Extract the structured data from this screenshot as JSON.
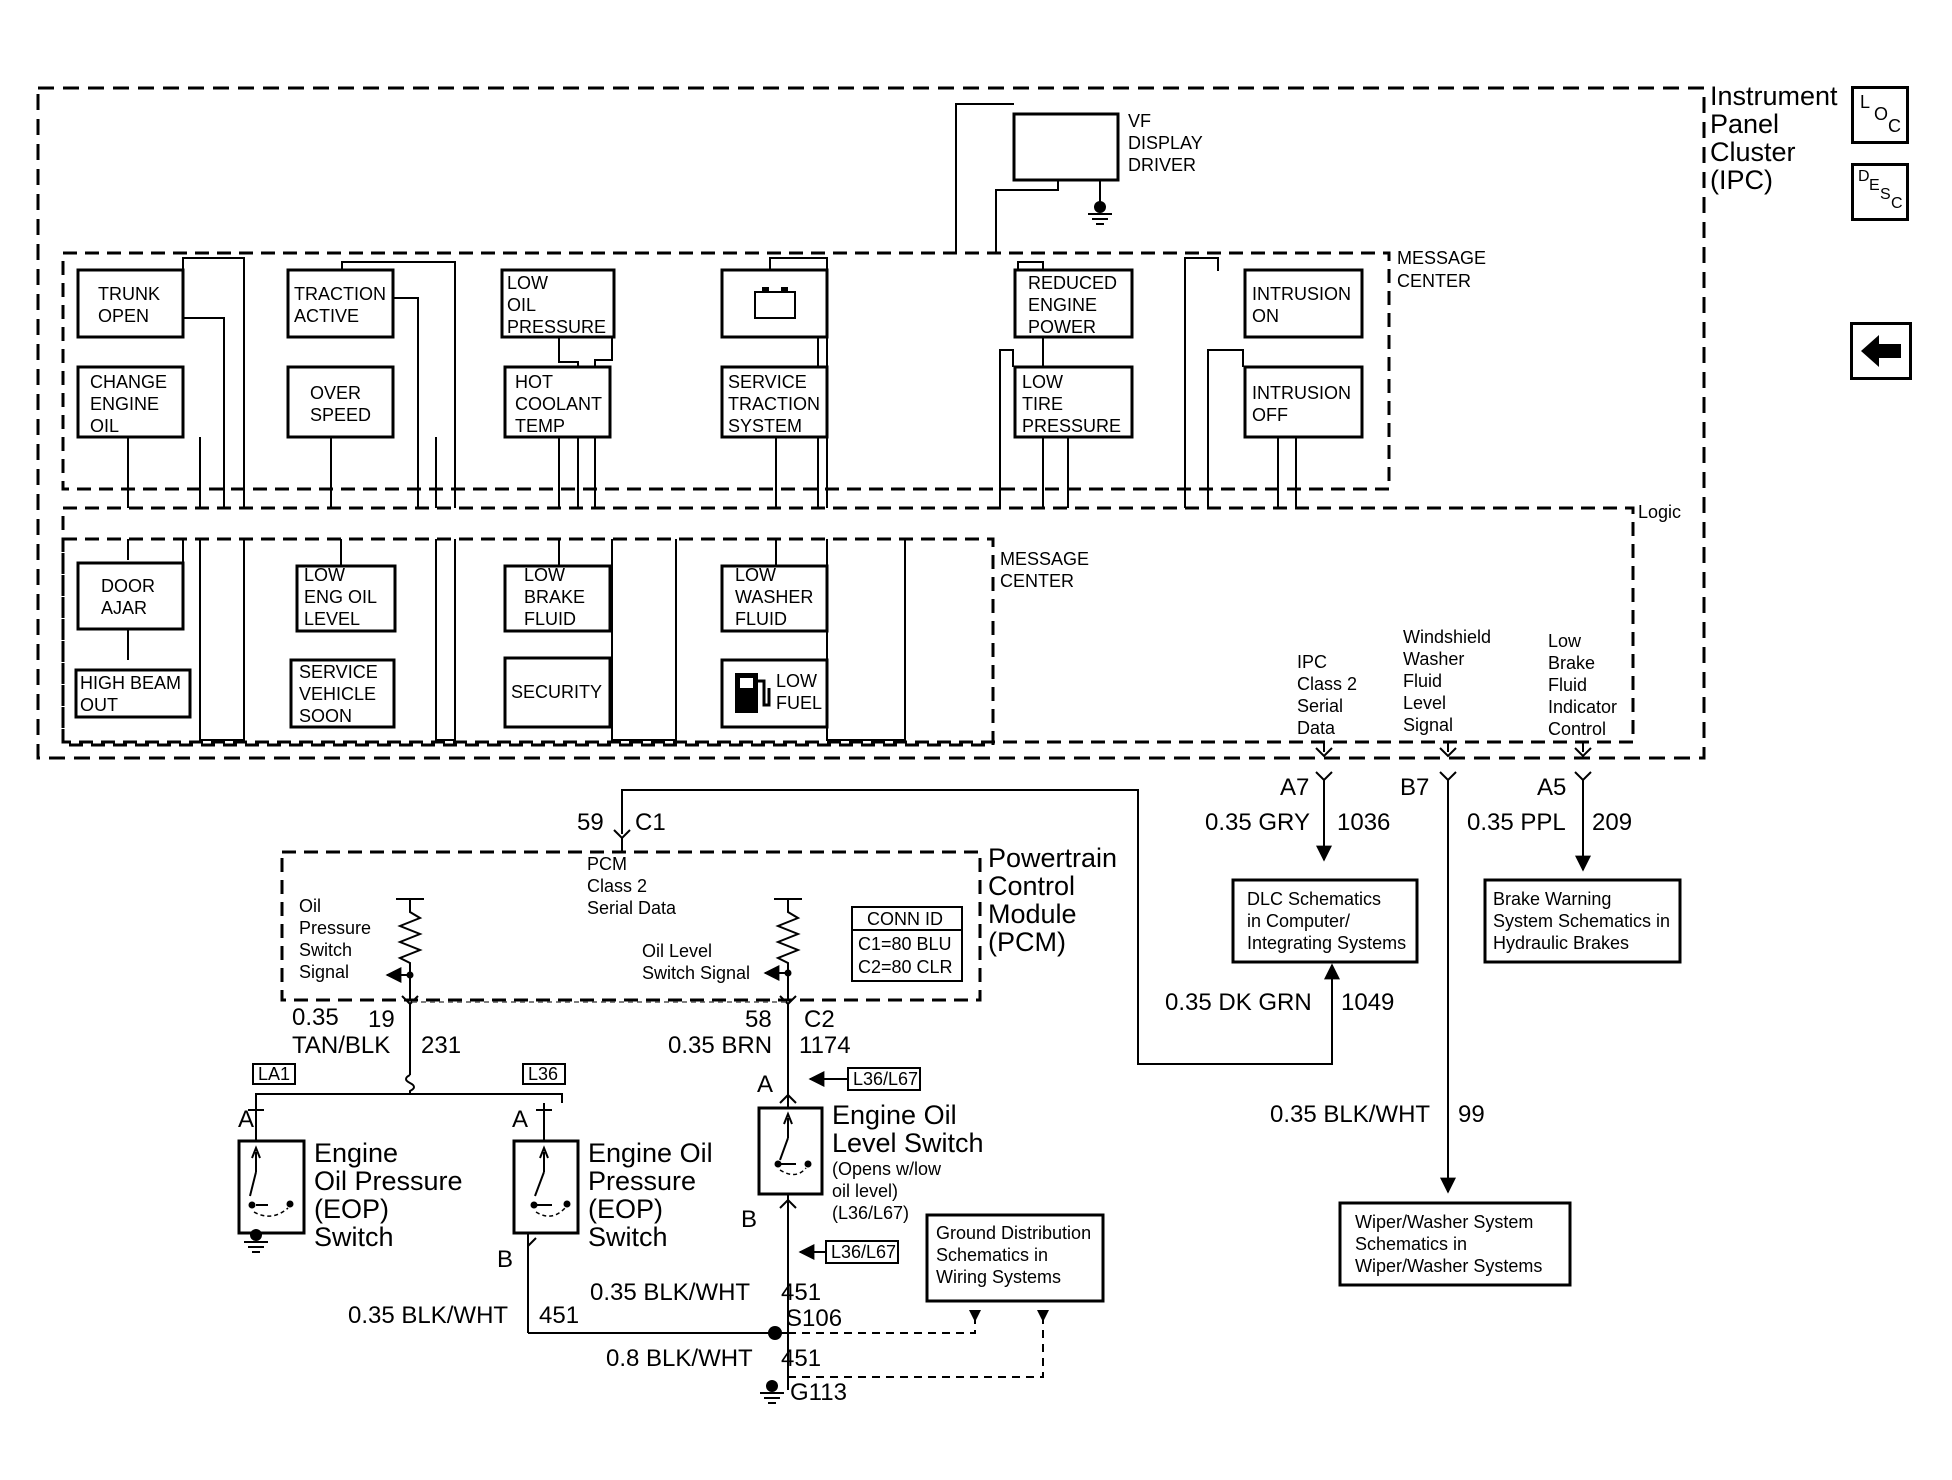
{
  "ipc": {
    "title_lines": [
      "Instrument",
      "Panel",
      "Cluster",
      "(IPC)"
    ]
  },
  "vf": {
    "lines": [
      "VF",
      "DISPLAY",
      "DRIVER"
    ]
  },
  "message_center_label": [
    "MESSAGE",
    "CENTER"
  ],
  "logic_label": "Logic",
  "messages_top": [
    {
      "id": "trunk-open",
      "lines": [
        "TRUNK",
        "OPEN"
      ]
    },
    {
      "id": "change-engine-oil",
      "lines": [
        "CHANGE",
        "ENGINE",
        "OIL"
      ]
    },
    {
      "id": "traction-active",
      "lines": [
        "TRACTION",
        "ACTIVE"
      ]
    },
    {
      "id": "over-speed",
      "lines": [
        "OVER",
        "SPEED"
      ]
    },
    {
      "id": "low-oil-pressure",
      "lines": [
        "LOW",
        "OIL",
        "PRESSURE"
      ]
    },
    {
      "id": "hot-coolant-temp",
      "lines": [
        "HOT",
        "COOLANT",
        "TEMP"
      ]
    },
    {
      "id": "battery",
      "lines": []
    },
    {
      "id": "service-traction-system",
      "lines": [
        "SERVICE",
        "TRACTION",
        "SYSTEM"
      ]
    },
    {
      "id": "reduced-engine-power",
      "lines": [
        "REDUCED",
        "ENGINE",
        "POWER"
      ]
    },
    {
      "id": "low-tire-pressure",
      "lines": [
        "LOW",
        "TIRE",
        "PRESSURE"
      ]
    },
    {
      "id": "intrusion-on",
      "lines": [
        "INTRUSION",
        "ON"
      ]
    },
    {
      "id": "intrusion-off",
      "lines": [
        "INTRUSION",
        "OFF"
      ]
    }
  ],
  "messages_bottom": [
    {
      "id": "door-ajar",
      "lines": [
        "DOOR",
        "AJAR"
      ]
    },
    {
      "id": "high-beam-out",
      "lines": [
        "HIGH BEAM",
        "OUT"
      ]
    },
    {
      "id": "low-eng-oil-level",
      "lines": [
        "LOW",
        "ENG OIL",
        "LEVEL"
      ]
    },
    {
      "id": "service-vehicle-soon",
      "lines": [
        "SERVICE",
        "VEHICLE",
        "SOON"
      ]
    },
    {
      "id": "low-brake-fluid",
      "lines": [
        "LOW",
        "BRAKE",
        "FLUID"
      ]
    },
    {
      "id": "security",
      "lines": [
        "SECURITY"
      ]
    },
    {
      "id": "low-washer-fluid",
      "lines": [
        "LOW",
        "WASHER",
        "FLUID"
      ]
    },
    {
      "id": "low-fuel",
      "lines": [
        "LOW",
        "FUEL"
      ]
    }
  ],
  "signals": [
    {
      "id": "ipc-class2",
      "lines": [
        "IPC",
        "Class 2",
        "Serial",
        "Data"
      ],
      "pin": "A7",
      "wire": "0.35 GRY",
      "circuit": "1036"
    },
    {
      "id": "washer-fluid",
      "lines": [
        "Windshield",
        "Washer",
        "Fluid",
        "Level",
        "Signal"
      ],
      "pin": "B7",
      "wire": "0.35 BLK/WHT",
      "circuit": "99"
    },
    {
      "id": "brake-fluid",
      "lines": [
        "Low",
        "Brake",
        "Fluid",
        "Indicator",
        "Control"
      ],
      "pin": "A5",
      "wire": "0.35 PPL",
      "circuit": "209"
    }
  ],
  "dk_grn_wire": {
    "wire": "0.35 DK GRN",
    "circuit": "1049"
  },
  "references": {
    "dlc": [
      "DLC Schematics",
      "in Computer/",
      "Integrating Systems"
    ],
    "brake": [
      "Brake Warning",
      "System Schematics in",
      "Hydraulic Brakes"
    ],
    "wiper": [
      "Wiper/Washer System",
      "Schematics in",
      "Wiper/Washer Systems"
    ],
    "ground": [
      "Ground Distribution",
      "Schematics in",
      "Wiring Systems"
    ]
  },
  "pcm": {
    "title_lines": [
      "Powertrain",
      "Control",
      "Module",
      "(PCM)"
    ],
    "class2_lines": [
      "PCM",
      "Class 2",
      "Serial Data"
    ],
    "pin_top": "59",
    "conn_top": "C1",
    "oil_pressure_lines": [
      "Oil",
      "Pressure",
      "Switch",
      "Signal"
    ],
    "oil_level_lines": [
      "Oil Level",
      "Switch Signal"
    ],
    "conn_id": [
      "CONN ID",
      "C1=80 BLU",
      "C2=80 CLR"
    ]
  },
  "eop_wire": {
    "gauge": "0.35",
    "pin": "19",
    "color": "TAN/BLK",
    "circuit": "231"
  },
  "level_wire": {
    "pin": "58",
    "conn": "C2",
    "wire": "0.35 BRN",
    "circuit": "1174"
  },
  "option_tags": {
    "la1": "LA1",
    "l36": "L36",
    "l36_l67_top": "L36/L67",
    "l36_l67_bottom": "L36/L67"
  },
  "eop_switch_1": {
    "lines": [
      "Engine",
      "Oil Pressure",
      "(EOP)",
      "Switch"
    ],
    "term": "A"
  },
  "eop_switch_2": {
    "lines": [
      "Engine Oil",
      "Pressure",
      "(EOP)",
      "Switch"
    ],
    "term_a": "A",
    "term_b": "B"
  },
  "level_switch": {
    "lines": [
      "Engine Oil",
      "Level Switch"
    ],
    "note_lines": [
      "(Opens w/low",
      "oil level)",
      "(L36/L67)"
    ],
    "term_a": "A",
    "term_b": "B"
  },
  "ground_wires": {
    "left": {
      "wire": "0.35 BLK/WHT",
      "circuit": "451"
    },
    "center": {
      "wire": "0.35 BLK/WHT",
      "circuit": "451"
    },
    "splice": "S106",
    "bottom": {
      "wire": "0.8 BLK/WHT",
      "circuit": "451"
    },
    "ground": "G113"
  },
  "side_buttons": {
    "loc": [
      "L",
      "O",
      "C"
    ],
    "desc": [
      "D",
      "E",
      "S",
      "C"
    ]
  }
}
